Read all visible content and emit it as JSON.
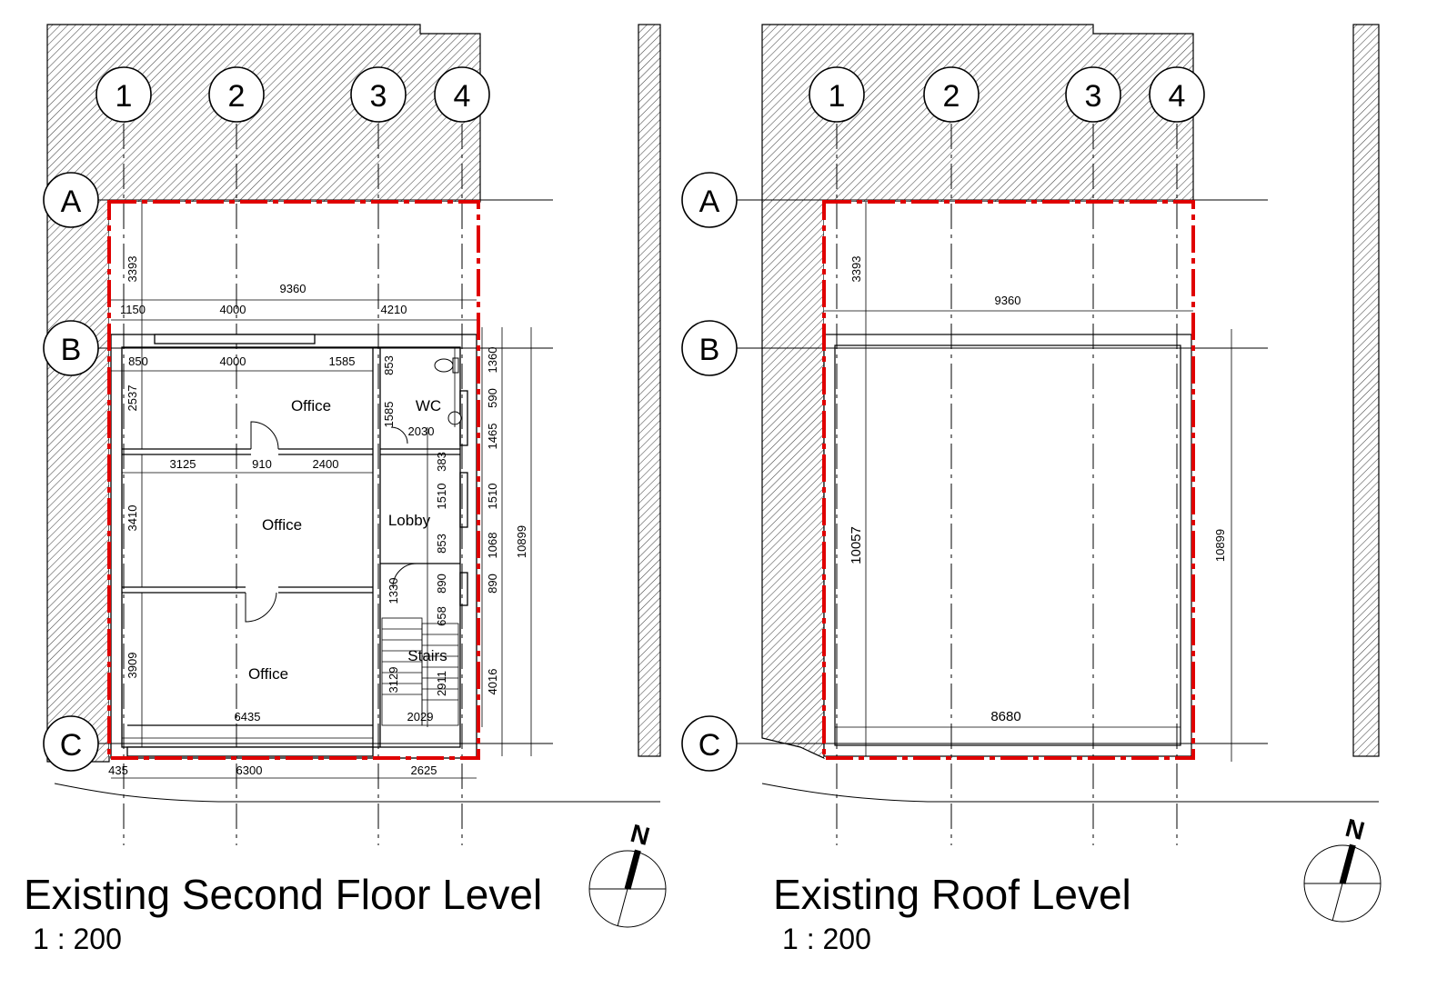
{
  "colors": {
    "boundary": "#e00000",
    "ink": "#000000",
    "hatch": "#555555",
    "background": "#ffffff"
  },
  "grid_columns": [
    "1",
    "2",
    "3",
    "4"
  ],
  "grid_rows": [
    "A",
    "B",
    "C"
  ],
  "north_label": "N",
  "plans": [
    {
      "title": "Existing Second Floor Level",
      "scale": "1 : 200",
      "rooms": [
        "Office",
        "Office",
        "Office",
        "WC",
        "Lobby",
        "Stairs"
      ],
      "dimensions": [
        "3393",
        "9360",
        "1150",
        "4000",
        "4210",
        "850",
        "4000",
        "1585",
        "853",
        "1360",
        "2537",
        "1585",
        "590",
        "2030",
        "1465",
        "3125",
        "910",
        "2400",
        "383",
        "1510",
        "1510",
        "3410",
        "853",
        "1068",
        "10899",
        "890",
        "890",
        "1330",
        "658",
        "4016",
        "3909",
        "3129",
        "2911",
        "6435",
        "2029",
        "435",
        "6300",
        "2625"
      ]
    },
    {
      "title": "Existing Roof Level",
      "scale": "1 : 200",
      "rooms": [],
      "dimensions": [
        "3393",
        "9360",
        "10057",
        "10899",
        "8680"
      ]
    }
  ]
}
